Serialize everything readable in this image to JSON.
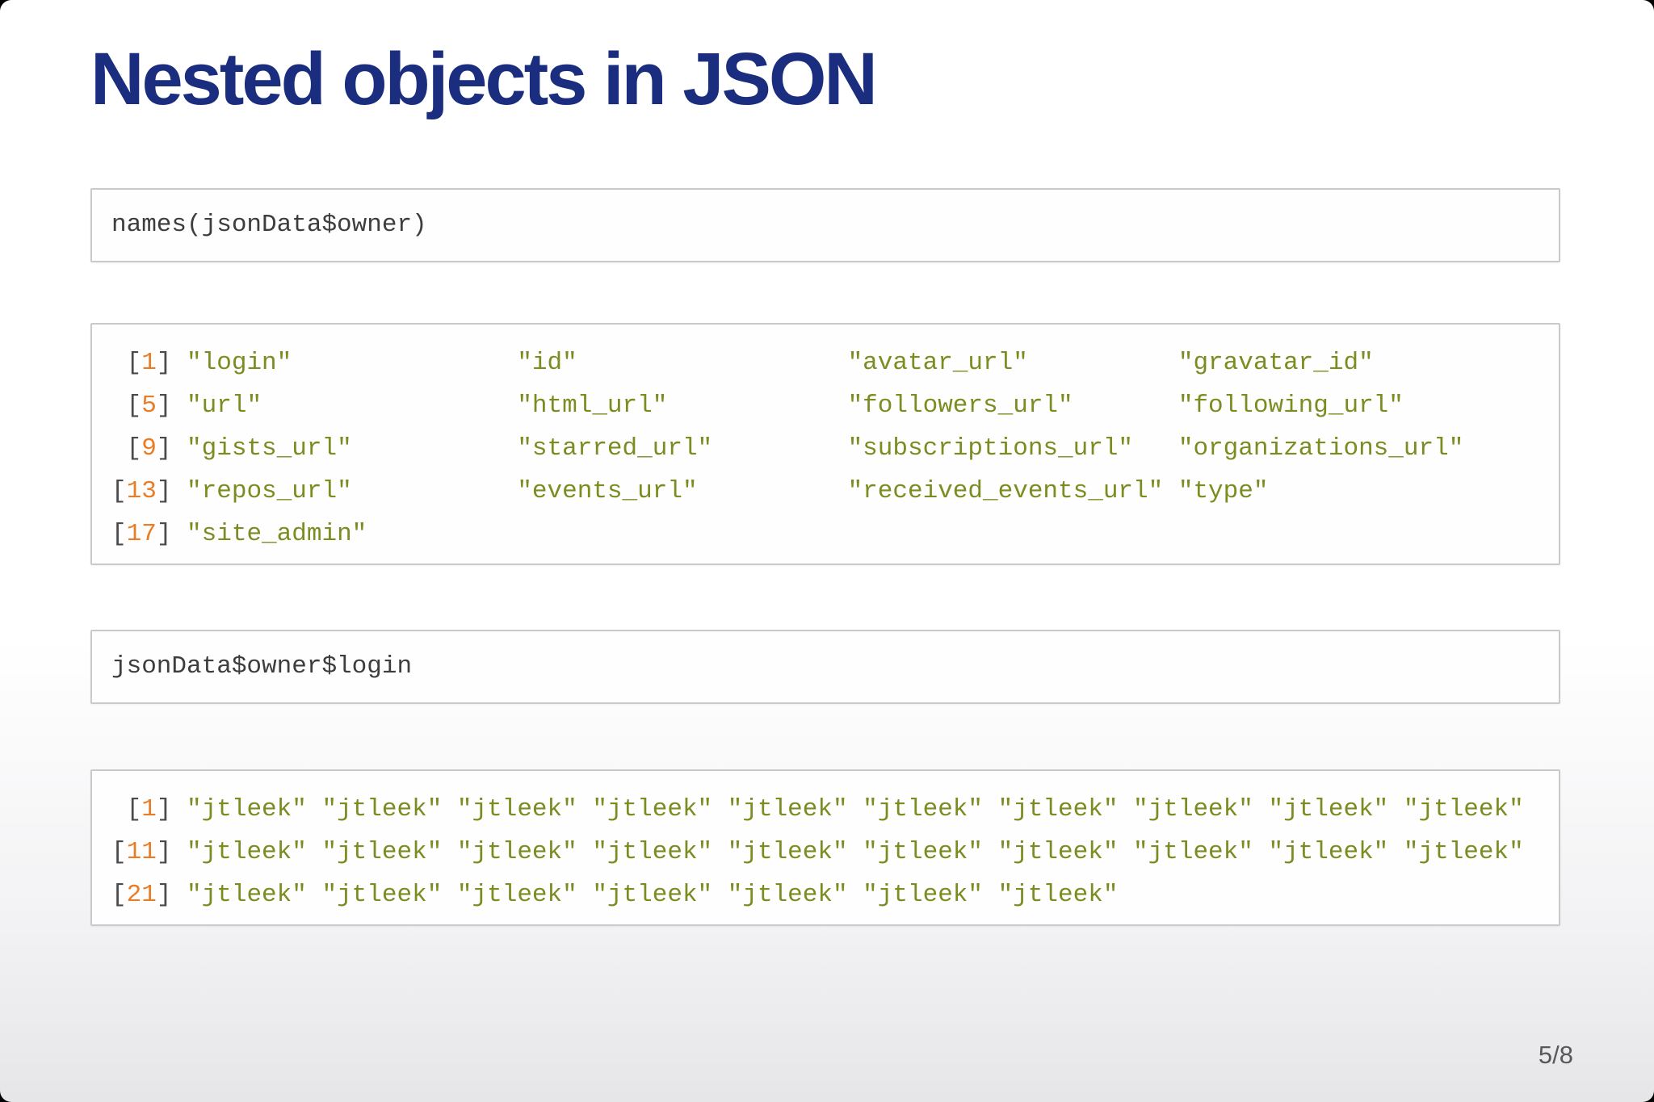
{
  "slide": {
    "title": "Nested objects in JSON",
    "page_indicator": "5/8"
  },
  "code_blocks": [
    {
      "code": "names(jsonData$owner)"
    },
    {
      "code": "jsonData$owner$login"
    }
  ],
  "output_blocks": [
    {
      "lines": [
        {
          "open": " [",
          "num": "1",
          "close": "] ",
          "text": "\"login\"               \"id\"                  \"avatar_url\"          \"gravatar_id\""
        },
        {
          "open": " [",
          "num": "5",
          "close": "] ",
          "text": "\"url\"                 \"html_url\"            \"followers_url\"       \"following_url\""
        },
        {
          "open": " [",
          "num": "9",
          "close": "] ",
          "text": "\"gists_url\"           \"starred_url\"         \"subscriptions_url\"   \"organizations_url\""
        },
        {
          "open": "[",
          "num": "13",
          "close": "] ",
          "text": "\"repos_url\"           \"events_url\"          \"received_events_url\" \"type\""
        },
        {
          "open": "[",
          "num": "17",
          "close": "] ",
          "text": "\"site_admin\""
        }
      ]
    },
    {
      "lines": [
        {
          "open": " [",
          "num": "1",
          "close": "] ",
          "text": "\"jtleek\" \"jtleek\" \"jtleek\" \"jtleek\" \"jtleek\" \"jtleek\" \"jtleek\" \"jtleek\" \"jtleek\" \"jtleek\""
        },
        {
          "open": "[",
          "num": "11",
          "close": "] ",
          "text": "\"jtleek\" \"jtleek\" \"jtleek\" \"jtleek\" \"jtleek\" \"jtleek\" \"jtleek\" \"jtleek\" \"jtleek\" \"jtleek\""
        },
        {
          "open": "[",
          "num": "21",
          "close": "] ",
          "text": "\"jtleek\" \"jtleek\" \"jtleek\" \"jtleek\" \"jtleek\" \"jtleek\" \"jtleek\""
        }
      ]
    }
  ],
  "colors": {
    "title": "#1b2d7f",
    "index_number": "#e87d26",
    "string_literal": "#7c8c20",
    "bracket": "#4a4a4c",
    "code_text": "#3d3d3d",
    "box_border": "#c9c9cb",
    "page_indicator": "#58585a"
  }
}
